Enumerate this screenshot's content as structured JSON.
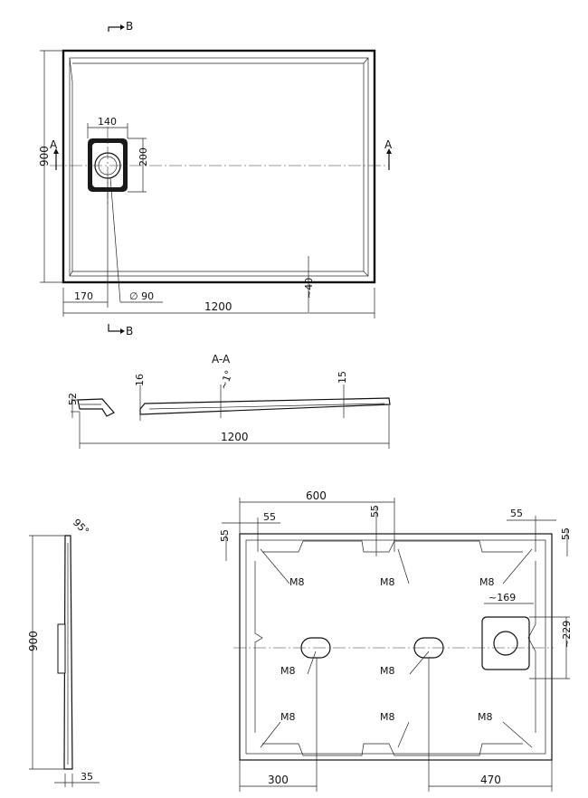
{
  "top_view": {
    "section_b": "B",
    "section_a": "A",
    "height": "900",
    "drain_width": "140",
    "drain_height": "200",
    "offset_left": "170",
    "drain_diameter": "90",
    "width": "1200",
    "edge": "~40"
  },
  "section_view": {
    "title": "A-A",
    "height": "52",
    "rim": "16",
    "slope": "~1°",
    "end": "15",
    "length": "1200"
  },
  "side_view": {
    "angle": "95°",
    "height": "900",
    "thickness": "35"
  },
  "bottom_view": {
    "span": "600",
    "left_top": "55",
    "mid": "55",
    "right_top": "55",
    "left_side": "55",
    "right_side": "55",
    "bolt": "M8",
    "drain_w": "~169",
    "drain_h": "~229",
    "left_offset": "300",
    "right_offset": "470"
  }
}
